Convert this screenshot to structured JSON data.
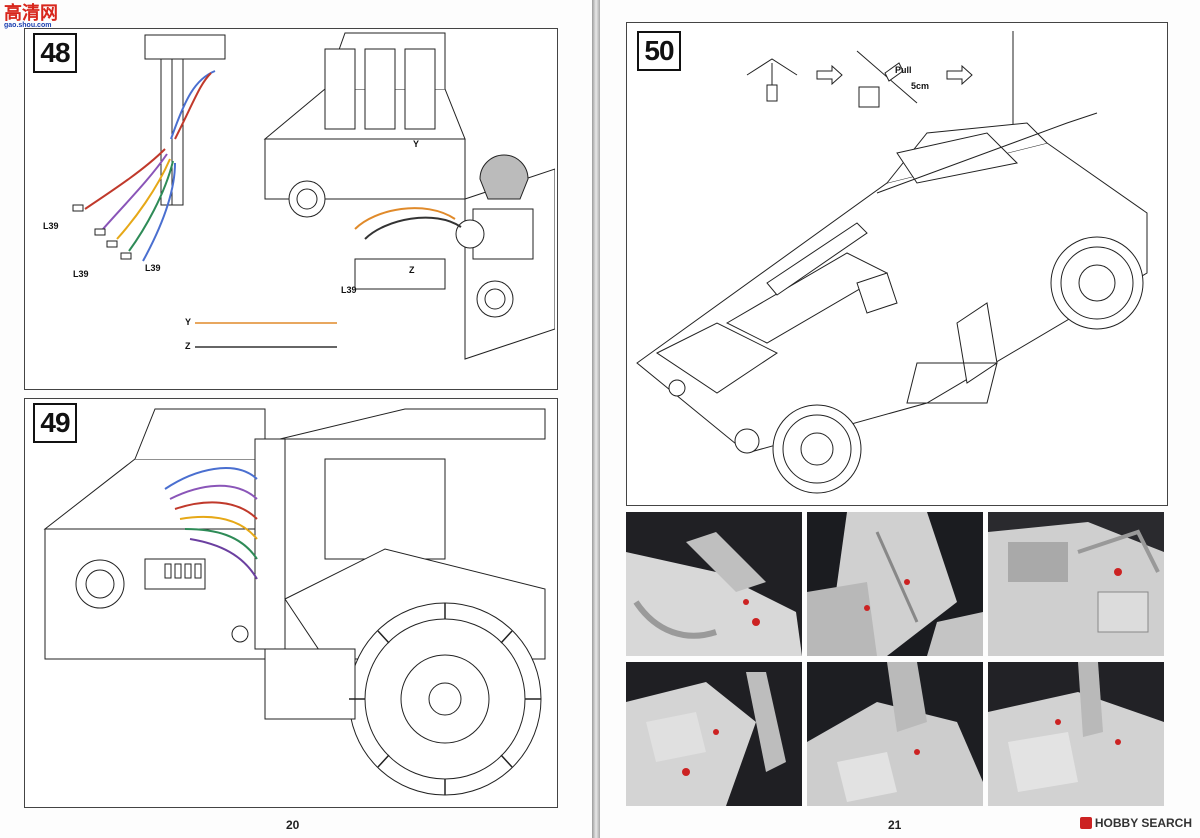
{
  "site_logo": {
    "main": "高清网",
    "sub": "gao.shou.com"
  },
  "left_page": {
    "page_number": "20",
    "step48": {
      "number": "48",
      "labels": {
        "l39_a": "L39",
        "l39_b": "L39",
        "l39_c": "L39",
        "l39_d": "L39",
        "y": "Y",
        "z": "Z"
      },
      "legend": [
        {
          "key": "Y",
          "color": "#e08a2a"
        },
        {
          "key": "Z",
          "color": "#333333"
        }
      ]
    },
    "step49": {
      "number": "49",
      "wire_colors": [
        "#4a6fd0",
        "#8a55b8",
        "#c0392b",
        "#e6a817",
        "#2e8b57",
        "#6b3fa0"
      ]
    }
  },
  "right_page": {
    "page_number": "21",
    "step50": {
      "number": "50",
      "labels": {
        "pull": "Pull",
        "length": "5cm"
      }
    },
    "photos": [
      {
        "name": "photo-1"
      },
      {
        "name": "photo-2"
      },
      {
        "name": "photo-3"
      },
      {
        "name": "photo-4"
      },
      {
        "name": "photo-5"
      },
      {
        "name": "photo-6"
      }
    ],
    "watermark": "HOBBY SEARCH"
  }
}
